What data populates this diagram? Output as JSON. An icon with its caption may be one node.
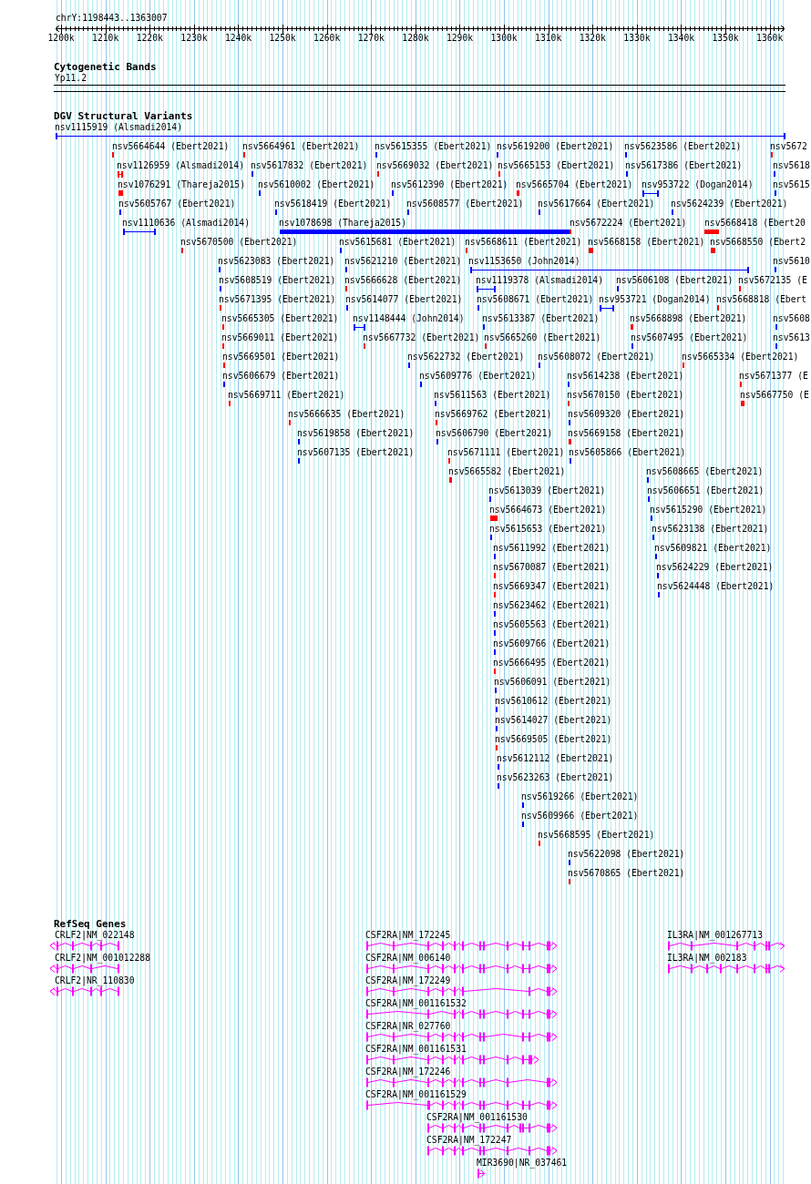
{
  "diagram": {
    "labels": [
      "chrY:1198443..1363007",
      "1200k",
      "1210k",
      "1220k",
      "1230k",
      "1240k",
      "1250k",
      "1260k",
      "1270k",
      "1280k",
      "1290k",
      "1300k",
      "1310k",
      "1320k",
      "1330k",
      "1340k",
      "1350k",
      "1360k",
      "Cytogenetic Bands",
      "Yp11.2",
      "DGV Structural Variants",
      "nsv1115919 (Alsmadi2014)",
      "nsv5664644 (Ebert2021)",
      "nsv5664961 (Ebert2021)",
      "nsv5615355 (Ebert2021)",
      "nsv5619200 (Ebert2021)",
      "nsv5623586 (Ebert2021)",
      "nsv5672",
      "nsv1126959 (Alsmadi2014)",
      "nsv5617832 (Ebert2021)",
      "nsv5669032 (Ebert2021)",
      "nsv5665153 (Ebert2021)",
      "nsv5617386 (Ebert2021)",
      "nsv5618",
      "nsv1076291 (Thareja2015)",
      "nsv5610002 (Ebert2021)",
      "nsv5612390 (Ebert2021)",
      "nsv5665704 (Ebert2021)",
      "nsv953722 (Dogan2014)",
      "nsv5615",
      "nsv5605767 (Ebert2021)",
      "nsv5618419 (Ebert2021)",
      "nsv5608577 (Ebert2021)",
      "nsv5617664 (Ebert2021)",
      "nsv5624239 (Ebert2021)",
      "nsv1110636 (Alsmadi2014)",
      "nsv1078698 (Thareja2015)",
      "nsv5672224 (Ebert2021)",
      "nsv5668418 (Ebert20",
      "nsv5670500 (Ebert2021)",
      "nsv5615681 (Ebert2021)",
      "nsv5668611 (Ebert2021)",
      "nsv5668158 (Ebert2021)",
      "nsv5668550 (Ebert2",
      "nsv5623083 (Ebert2021)",
      "nsv5621210 (Ebert2021)",
      "nsv1153650 (John2014)",
      "nsv5610",
      "nsv5608519 (Ebert2021)",
      "nsv5666628 (Ebert2021)",
      "nsv1119378 (Alsmadi2014)",
      "nsv5606108 (Ebert2021)",
      "nsv5672135 (E",
      "nsv5671395 (Ebert2021)",
      "nsv5614077 (Ebert2021)",
      "nsv5608671 (Ebert2021)",
      "nsv953721 (Dogan2014)",
      "nsv5668818 (Ebert",
      "nsv5665305 (Ebert2021)",
      "nsv1148444 (John2014)",
      "nsv5613387 (Ebert2021)",
      "nsv5668898 (Ebert2021)",
      "nsv5608",
      "nsv5669011 (Ebert2021)",
      "nsv5667732 (Ebert2021)",
      "nsv5665260 (Ebert2021)",
      "nsv5607495 (Ebert2021)",
      "nsv5613",
      "nsv5669501 (Ebert2021)",
      "nsv5622732 (Ebert2021)",
      "nsv5608072 (Ebert2021)",
      "nsv5665334 (Ebert2021)",
      "nsv5606679 (Ebert2021)",
      "nsv5609776 (Ebert2021)",
      "nsv5614238 (Ebert2021)",
      "nsv5671377 (E",
      "nsv5669711 (Ebert2021)",
      "nsv5611563 (Ebert2021)",
      "nsv5670150 (Ebert2021)",
      "nsv5667750 (E",
      "nsv5666635 (Ebert2021)",
      "nsv5669762 (Ebert2021)",
      "nsv5609320 (Ebert2021)",
      "nsv5619858 (Ebert2021)",
      "nsv5606790 (Ebert2021)",
      "nsv5669158 (Ebert2021)",
      "nsv5607135 (Ebert2021)",
      "nsv5671111 (Ebert2021)",
      "nsv5605866 (Ebert2021)",
      "nsv5665582 (Ebert2021)",
      "nsv5608665 (Ebert2021)",
      "nsv5613039 (Ebert2021)",
      "nsv5606651 (Ebert2021)",
      "nsv5664673 (Ebert2021)",
      "nsv5615290 (Ebert2021)",
      "nsv5615653 (Ebert2021)",
      "nsv5623138 (Ebert2021)",
      "nsv5611992 (Ebert2021)",
      "nsv5609821 (Ebert2021)",
      "nsv5670087 (Ebert2021)",
      "nsv5624229 (Ebert2021)",
      "nsv5669347 (Ebert2021)",
      "nsv5624448 (Ebert2021)",
      "nsv5623462 (Ebert2021)",
      "nsv5605563 (Ebert2021)",
      "nsv5609766 (Ebert2021)",
      "nsv5666495 (Ebert2021)",
      "nsv5606091 (Ebert2021)",
      "nsv5610612 (Ebert2021)",
      "nsv5614027 (Ebert2021)",
      "nsv5669505 (Ebert2021)",
      "nsv5612112 (Ebert2021)",
      "nsv5623263 (Ebert2021)",
      "nsv5619266 (Ebert2021)",
      "nsv5609966 (Ebert2021)",
      "nsv5668595 (Ebert2021)",
      "nsv5622098 (Ebert2021)",
      "nsv5670865 (Ebert2021)",
      "RefSeq Genes",
      "CRLF2|NM_022148",
      "CSF2RA|NM_172245",
      "IL3RA|NM_001267713",
      "CRLF2|NM_001012288",
      "CSF2RA|NM_006140",
      "IL3RA|NM_002183",
      "CRLF2|NR_110830",
      "CSF2RA|NM_172249",
      "CSF2RA|NM_001161532",
      "CSF2RA|NR_027760",
      "CSF2RA|NM_001161531",
      "CSF2RA|NM_172246",
      "CSF2RA|NM_001161529",
      "CSF2RA|NM_001161530",
      "CSF2RA|NM_172247",
      "MIR3690|NR_037461"
    ]
  }
}
